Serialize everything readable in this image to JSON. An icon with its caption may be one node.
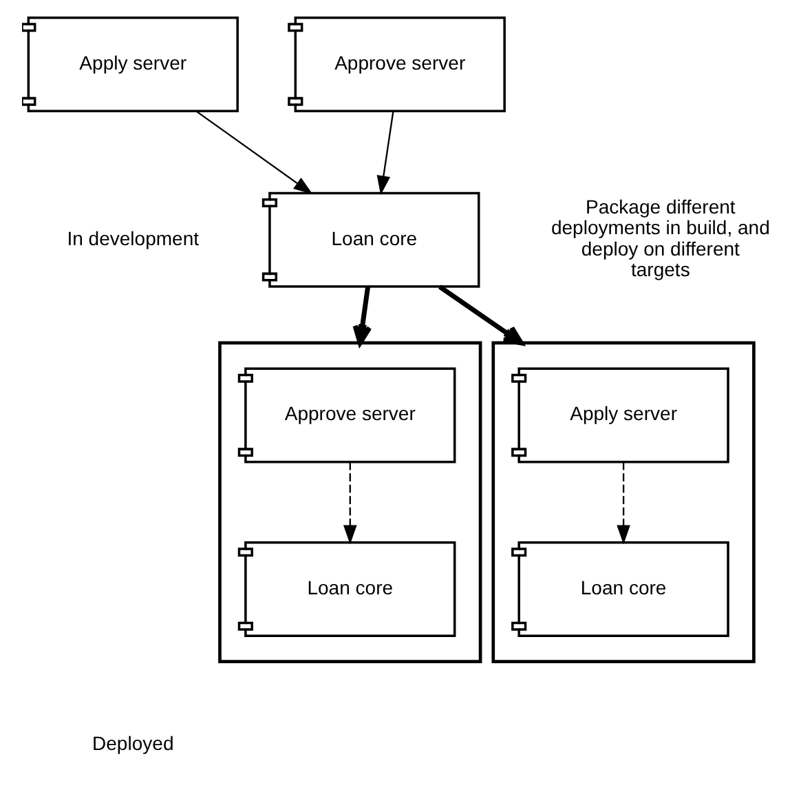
{
  "diagram": {
    "nodes": [
      {
        "text": [
          "Apply server"
        ]
      },
      {
        "text": [
          "Approve server"
        ]
      },
      {
        "text": [
          "Loan core"
        ]
      },
      {
        "text": [],
        "shape": "box"
      },
      {
        "text": [
          "Apply server"
        ],
        "in": 3
      },
      {
        "text": [
          "Loan core"
        ],
        "in": 3
      },
      {
        "text": [],
        "shape": "box"
      },
      {
        "text": [
          "Approve server"
        ],
        "in": 6
      },
      {
        "text": [
          "Loan core"
        ],
        "in": 6
      }
    ],
    "edges": [
      {
        "from": 0,
        "to": 2,
        "arrow": "to"
      },
      {
        "from": 1,
        "to": 2,
        "arrow": "to"
      },
      {
        "from": 2,
        "to": 3,
        "arrow": "to",
        "style": "thick"
      },
      {
        "from": 2,
        "to": 6,
        "arrow": "to",
        "style": "thick"
      },
      {
        "from": 4,
        "to": 5,
        "arrow": "to",
        "style": "dashed"
      },
      {
        "from": 7,
        "to": 8,
        "arrow": "to",
        "style": "dashed"
      }
    ],
    "labels": [
      "In development",
      "Package different deployments in build, and deploy on different targets",
      "Deployed"
    ]
  }
}
